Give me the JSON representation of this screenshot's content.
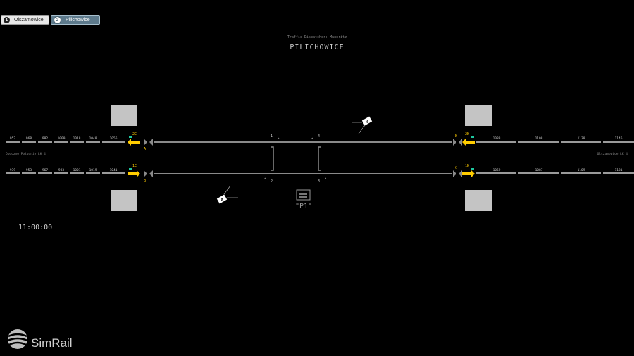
{
  "tabs": [
    {
      "number": "1",
      "label": "Olszamowice"
    },
    {
      "number": "2",
      "label": "Pilichowice"
    }
  ],
  "header": {
    "dispatcher": "Traffic Dispatcher: Maxoritz",
    "station": "PILICHOWICE"
  },
  "clock": "11:00:00",
  "lines": {
    "left": "Opoczno Południe LK 4",
    "right": "Olszamowice LK 4"
  },
  "blocks": {
    "top_left": [
      "952",
      "968",
      "982",
      "1000",
      "1018",
      "1040",
      "1056"
    ],
    "bottom_left": [
      "939",
      "953",
      "967",
      "983",
      "1001",
      "1019",
      "1041"
    ],
    "top_right": [
      "1088",
      "1108",
      "1130",
      "1146"
    ],
    "bottom_right": [
      "1069",
      "1087",
      "1109",
      "1131"
    ]
  },
  "signals": {
    "top_left": {
      "name": "2C",
      "letter": "A"
    },
    "bottom_left": {
      "name": "1C",
      "letter": "B"
    },
    "top_right": {
      "name": "2D",
      "letter": "D"
    },
    "bottom_right": {
      "name": "1D",
      "letter": "C"
    }
  },
  "switches": [
    "1",
    "4",
    "2",
    "3"
  ],
  "trains": [
    "3",
    "4"
  ],
  "platform": "\"P1\"",
  "brand": "SimRail",
  "colors": {
    "signal_yellow": "#ffcc00",
    "signal_green": "#1ec8a0",
    "track": "#8a8a8a",
    "tab_active": "#5d7a8c"
  }
}
